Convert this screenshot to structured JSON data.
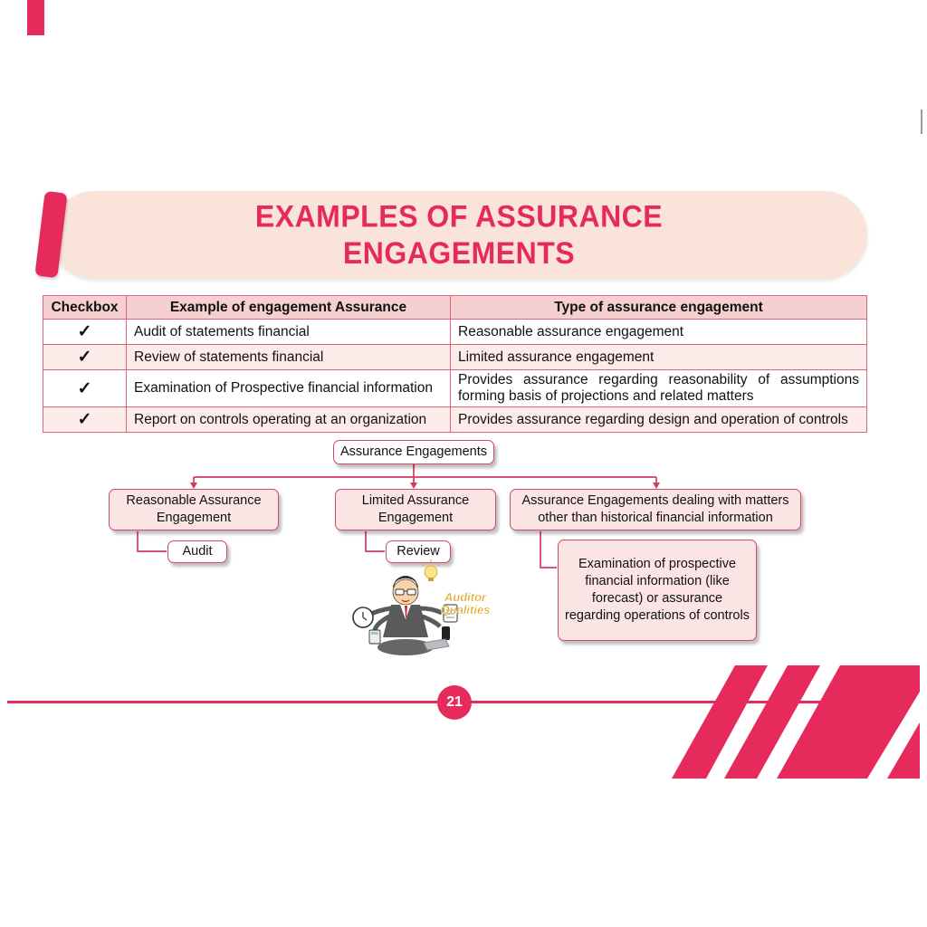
{
  "header": {
    "title_line1": "EXAMPLES OF ASSURANCE",
    "title_line2": "ENGAGEMENTS"
  },
  "table": {
    "headers": [
      "Checkbox",
      "Example of engagement Assurance",
      "Type of assurance engagement"
    ],
    "rows": [
      {
        "check": "✓",
        "example": "Audit of statements financial",
        "type": "Reasonable assurance engagement"
      },
      {
        "check": "✓",
        "example": "Review of statements financial",
        "type": "Limited assurance engagement"
      },
      {
        "check": "✓",
        "example": "Examination of Prospective financial information",
        "type": "Provides assurance regarding reasonability of assumptions forming basis of projections and related matters"
      },
      {
        "check": "✓",
        "example": "Report on controls operating at an organization",
        "type": "Provides assurance regarding design and operation of controls"
      }
    ]
  },
  "flowchart": {
    "root": "Assurance Engagements",
    "children": [
      {
        "label": "Reasonable Assurance Engagement",
        "child": "Audit"
      },
      {
        "label": "Limited Assurance Engagement",
        "child": "Review"
      },
      {
        "label": "Assurance Engagements dealing with matters other than historical financial information",
        "child": "Examination of prospective financial information (like forecast) or assurance regarding operations of controls"
      }
    ]
  },
  "illustration": {
    "caption_line1": "Auditor",
    "caption_line2": "Qualities"
  },
  "page": {
    "number": "21"
  },
  "colors": {
    "accent": "#e62a5c",
    "banner_bg": "#fae4da",
    "table_header_bg": "#f6d0d0",
    "row_alt_bg": "#fdebe9",
    "node_fill": "#fbe4e4",
    "border": "#d9667d"
  }
}
